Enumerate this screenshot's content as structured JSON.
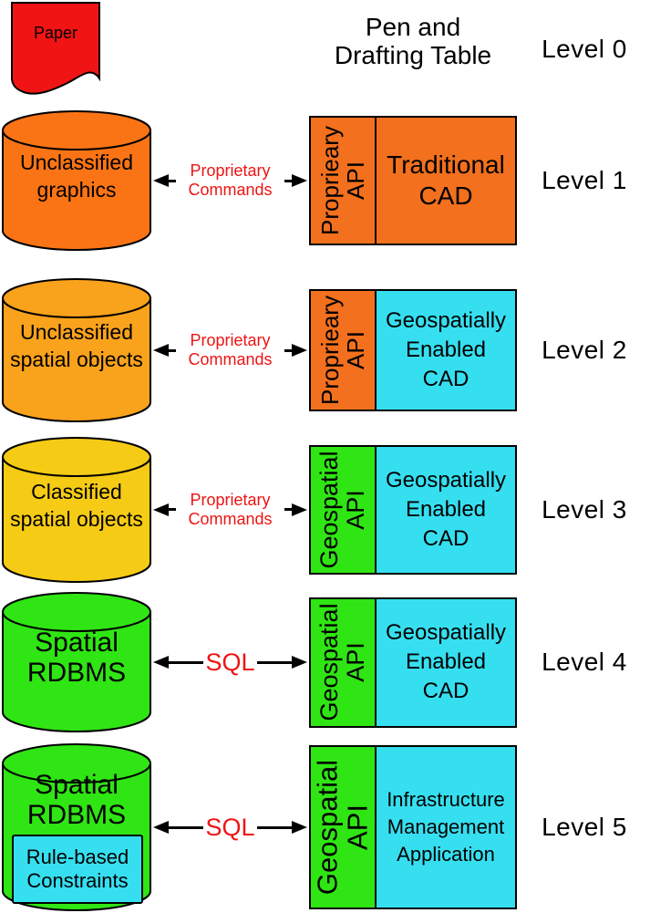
{
  "colors": {
    "paper_red": "#F11414",
    "orange_cylinder": "#FA7415",
    "orange_api": "#F2701E",
    "amber": "#F9A21C",
    "gold": "#F6CB15",
    "green": "#30E514",
    "cyan": "#36DFF0",
    "link_red": "#EE1414"
  },
  "header": {
    "paper": "Paper",
    "method": "Pen and Drafting Table",
    "level": "Level 0"
  },
  "levels": [
    {
      "label": "Level 1",
      "source": "Unclassified graphics",
      "link": "Proprietary Commands",
      "api": "Proprieary API",
      "app": "Traditional CAD"
    },
    {
      "label": "Level 2",
      "source": "Unclassified spatial objects",
      "link": "Proprietary Commands",
      "api": "Proprieary API",
      "app": "Geospatially Enabled CAD"
    },
    {
      "label": "Level 3",
      "source": "Classified spatial objects",
      "link": "Proprietary Commands",
      "api": "Geospatial API",
      "app": "Geospatially Enabled CAD"
    },
    {
      "label": "Level 4",
      "source": "Spatial RDBMS",
      "link": "SQL",
      "api": "Geospatial API",
      "app": "Geospatially Enabled CAD"
    },
    {
      "label": "Level 5",
      "source": "Spatial RDBMS",
      "source_note": "Rule-based Constraints",
      "link": "SQL",
      "api": "Geospatial API",
      "app": "Infrastructure Management Application"
    }
  ]
}
